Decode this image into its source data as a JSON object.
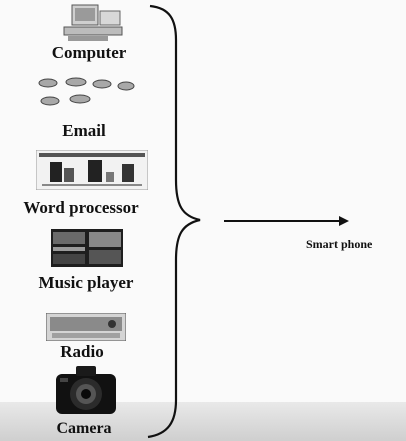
{
  "items": [
    {
      "label": "Computer",
      "icon": "computer-icon"
    },
    {
      "label": "Email",
      "icon": "email-icon"
    },
    {
      "label": "Word processor",
      "icon": "word-processor-icon"
    },
    {
      "label": "Music player",
      "icon": "music-player-icon"
    },
    {
      "label": "Radio",
      "icon": "radio-icon"
    },
    {
      "label": "Camera",
      "icon": "camera-icon"
    }
  ],
  "result": {
    "label": "Smart phone"
  }
}
